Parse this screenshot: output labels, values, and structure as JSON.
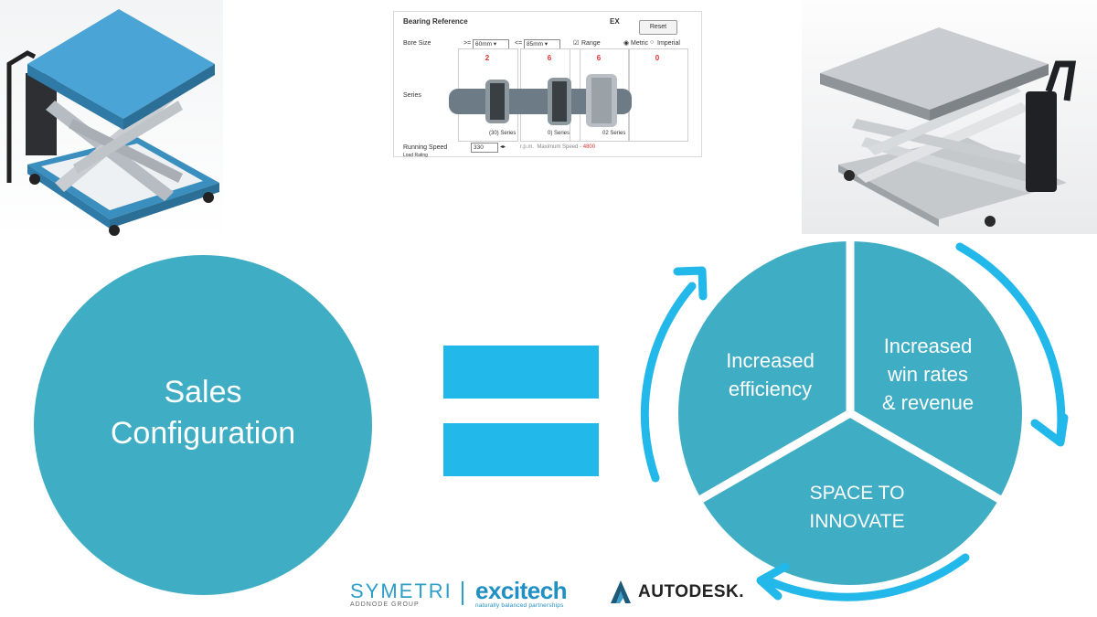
{
  "bearing_panel": {
    "title": "Bearing Reference",
    "ex_label": "EX",
    "reset_label": "Reset",
    "bore_size_label": "Bore Size",
    "bore_min_op": ">=",
    "bore_min": "60mm",
    "bore_max_op": "<=",
    "bore_max": "85mm",
    "range_label": "Range",
    "metric_label": "Metric",
    "imperial_label": "Imperial",
    "series_label": "Series",
    "counts": [
      "2",
      "6",
      "6",
      "0"
    ],
    "series_names": [
      "(30) Series",
      "0) Series",
      "02 Series"
    ],
    "running_speed_label": "Running Speed",
    "running_speed_value": "330",
    "rpm_label": "r.p.m.",
    "max_speed_label": "Maximum Speed",
    "max_speed_value": "4800",
    "load_label": "Load Rating"
  },
  "left_circle": {
    "line1": "Sales",
    "line2": "Configuration"
  },
  "pie": {
    "segment_top_left_line1": "Increased",
    "segment_top_left_line2": "efficiency",
    "segment_top_right_line1": "Increased",
    "segment_top_right_line2": "win rates",
    "segment_top_right_line3": "& revenue",
    "segment_bottom_line1": "SPACE TO",
    "segment_bottom_line2": "INNOVATE"
  },
  "logos": {
    "symetri": "SYMETRI",
    "symetri_sub": "ADDNODE GROUP",
    "excitech": "excitech",
    "excitech_sub": "naturally balanced partnerships",
    "autodesk": "AUTODESK."
  },
  "colors": {
    "circle": "#3fadc4",
    "equals": "#22b8ea",
    "arrows": "#22b8ea"
  }
}
